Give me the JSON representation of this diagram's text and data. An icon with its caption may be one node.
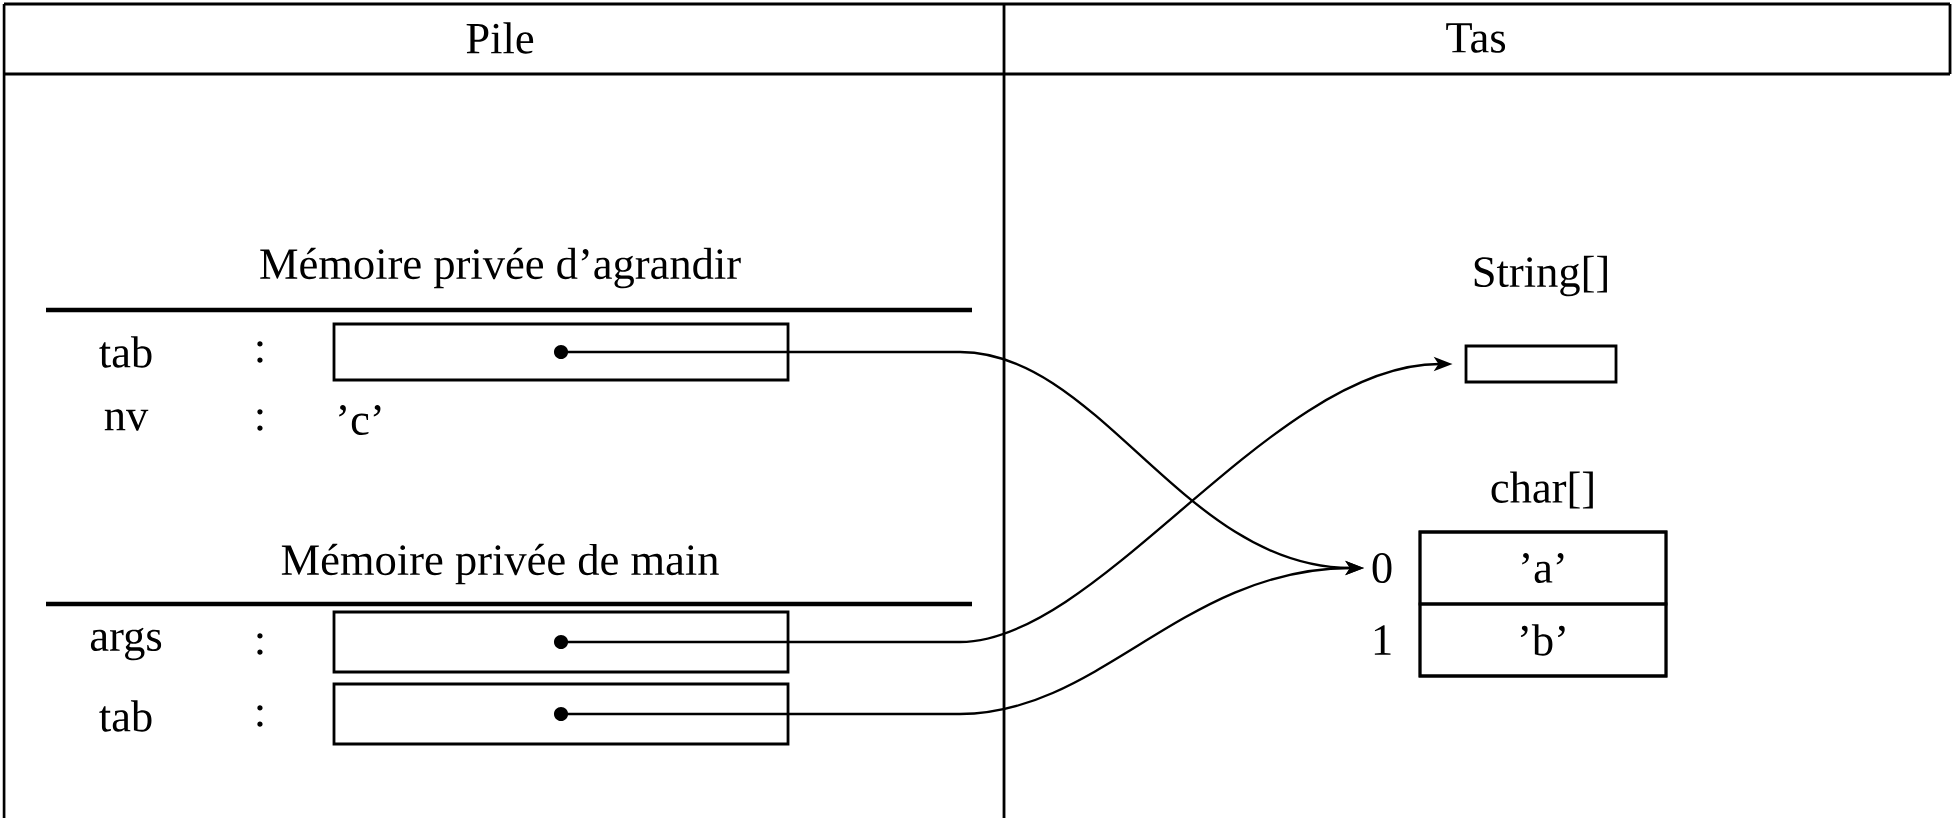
{
  "diagram": {
    "nodes": [
      {
        "text": [],
        "shape": "box"
      },
      {
        "text": [],
        "shape": "box"
      },
      {
        "text": [],
        "shape": "box"
      },
      {
        "text": [
          "String[]"
        ]
      },
      {
        "text": [
          "char[]"
        ]
      },
      {
        "text": [
          "’a’"
        ],
        "in": 4,
        "beside": [
          "0"
        ]
      },
      {
        "text": [
          "’b’"
        ],
        "in": 4,
        "beside": [
          "1"
        ]
      }
    ],
    "edges": [
      {
        "from": 0,
        "to": 5,
        "arrow": "to"
      },
      {
        "from": 1,
        "to": 3,
        "arrow": "to"
      },
      {
        "from": 2,
        "to": 5,
        "arrow": "to"
      }
    ],
    "labels": [
      "Pile",
      "Tas",
      "Mémoire privée d’agrandir",
      "tab",
      ":",
      "nv",
      ":",
      "’c’",
      "Mémoire privée de main",
      "args",
      ":",
      "tab",
      ":"
    ]
  }
}
